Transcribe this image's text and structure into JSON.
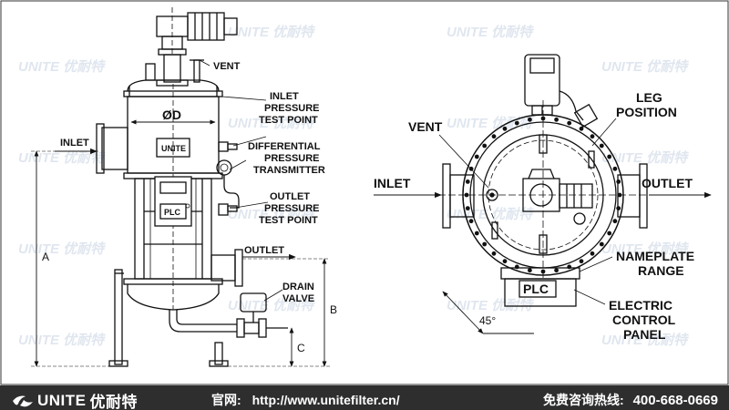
{
  "brand": {
    "watermark": "UNITE 优耐特",
    "logo_text": "UNITE",
    "logo_cn": "优耐特"
  },
  "footer": {
    "site_label": "官网:",
    "site_url": "http://www.unitefilter.cn/",
    "hotline_label": "免费咨询热线:",
    "hotline_number": "400-668-0669"
  },
  "front_view": {
    "vent": "VENT",
    "inlet_pressure": [
      "INLET",
      "PRESSURE",
      "TEST POINT"
    ],
    "diameter": "ØD",
    "inlet": "INLET",
    "unite_plate": "UNITE",
    "differential": [
      "DIFFERENTIAL",
      "PRESSURE",
      "TRANSMITTER"
    ],
    "outlet_pressure": [
      "OUTLET",
      "PRESSURE",
      "TEST POINT"
    ],
    "plc": "PLC",
    "outlet": "OUTLET",
    "drain": [
      "DRAIN",
      "VALVE"
    ],
    "dim_a": "A",
    "dim_b": "B",
    "dim_c": "C"
  },
  "top_view": {
    "vent": "VENT",
    "leg_position": [
      "LEG",
      "POSITION"
    ],
    "inlet": "INLET",
    "outlet": "OUTLET",
    "nameplate": [
      "NAMEPLATE",
      "RANGE"
    ],
    "plc": "PLC",
    "electric": [
      "ELECTRIC",
      "CONTROL",
      "PANEL"
    ],
    "angle": "45°"
  },
  "colors": {
    "line": "#111111",
    "watermark": "#c7d3e3",
    "footer_bg": "#2e2e2e",
    "footer_text": "#ffffff"
  }
}
